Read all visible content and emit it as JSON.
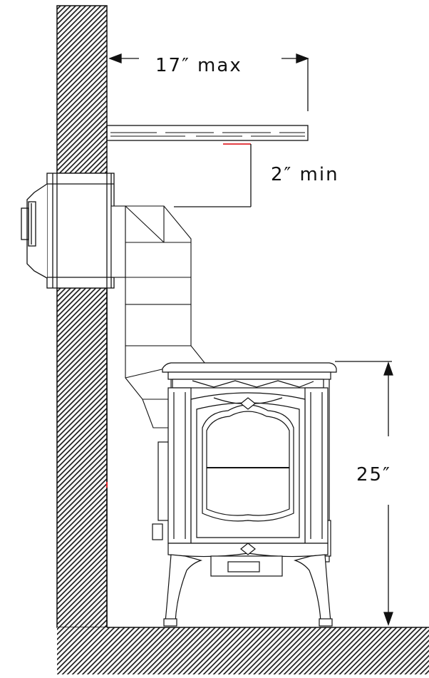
{
  "diagram": {
    "dimensions": {
      "horizontal_clearance": "17″  max",
      "ceiling_clearance": "2″  min",
      "stove_height": "25″"
    },
    "colors": {
      "line": "#111111",
      "wall_hatch": "#1a1a1a",
      "accent_red": "#e0262b",
      "background": "#ffffff"
    }
  }
}
